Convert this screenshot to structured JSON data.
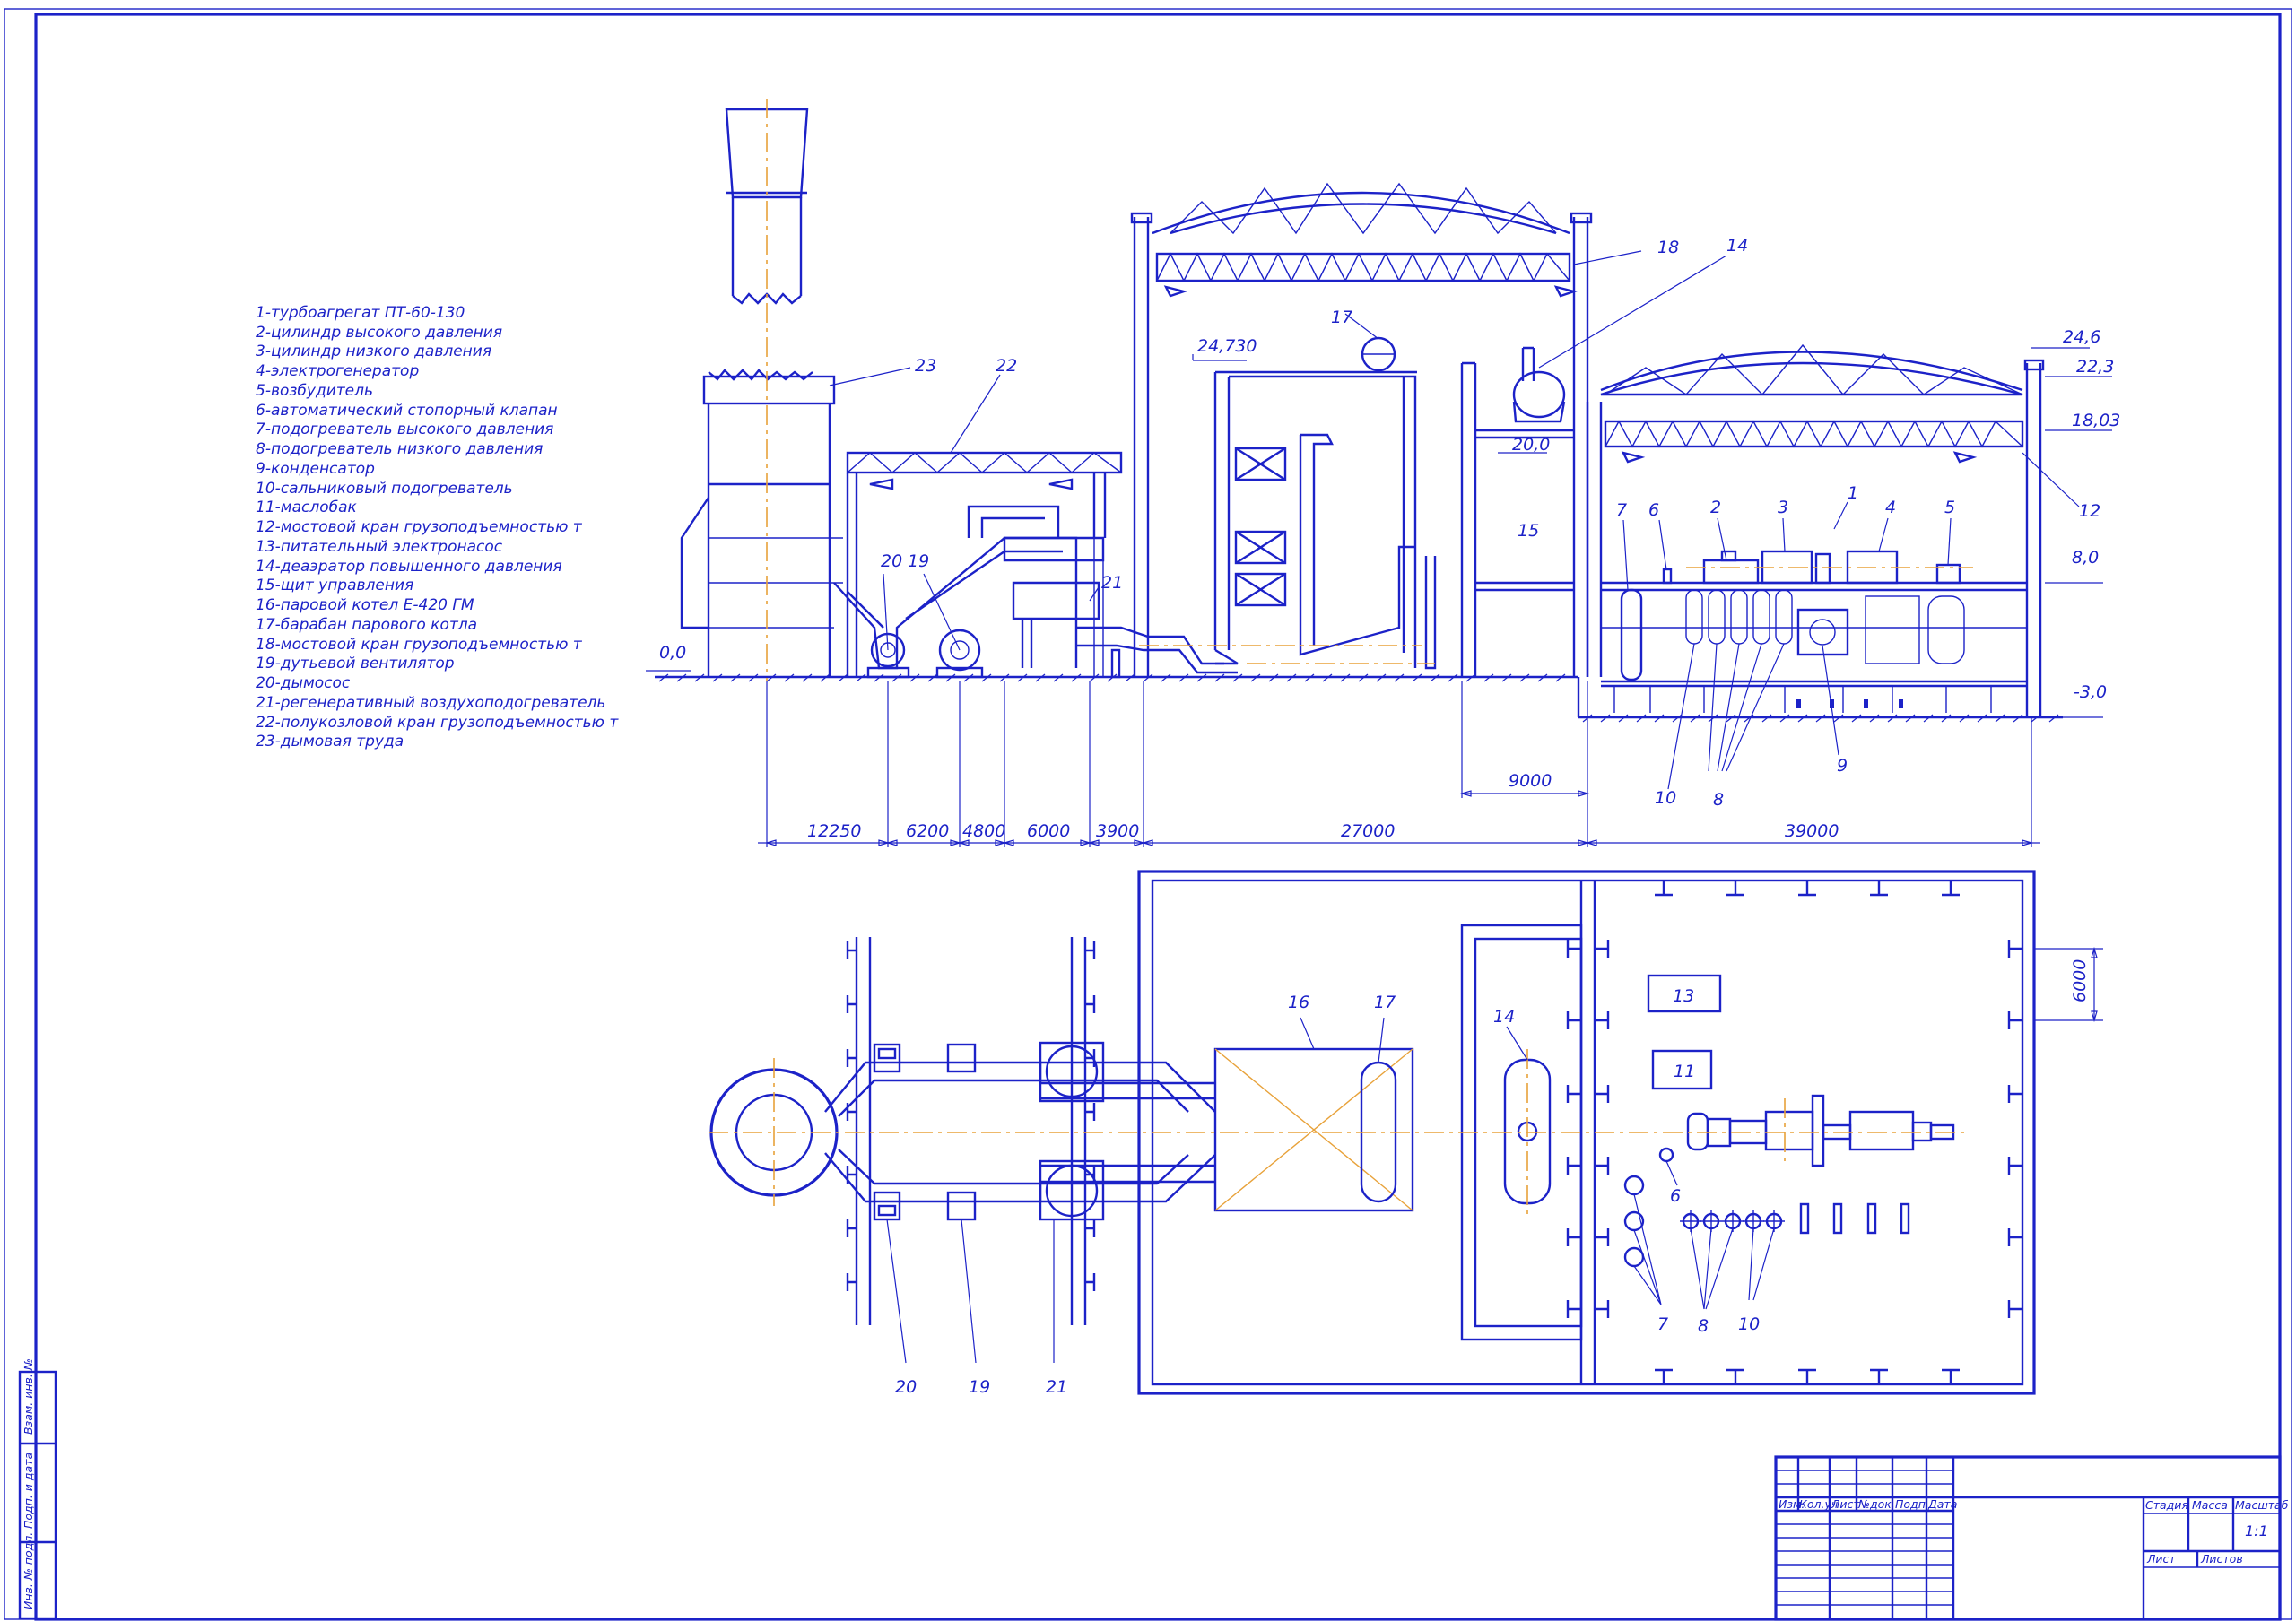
{
  "legend": [
    "1-турбоагрегат ПТ-60-130",
    "2-цилиндр высокого давления",
    "3-цилиндр низкого давления",
    "4-электрогенератор",
    "5-возбудитель",
    "6-автоматический стопорный клапан",
    "7-подогреватель высокого давления",
    "8-подогреватель низкого давления",
    "9-конденсатор",
    "10-сальниковый подогреватель",
    "11-маслобак",
    "12-мостовой кран грузоподъемностью    т",
    "13-питательный электронасос",
    "14-деаэратор повышенного давления",
    "15-щит управления",
    "16-паровой котел Е-420 ГМ",
    "17-барабан парового котла",
    "18-мостовой кран грузоподъемностью    т",
    "19-дутьевой вентилятор",
    "20-дымосос",
    "21-регенеративный воздухоподогреватель",
    "22-полукозловой кран грузоподъемностью    т",
    "23-дымовая труда"
  ],
  "elevations": {
    "e1": "24,730",
    "e2": "24,6",
    "e3": "22,3",
    "e4": "18,03",
    "e5": "8,0",
    "e6": "0,0",
    "e7": "-3,0",
    "e8": "20,0"
  },
  "dims": {
    "d1": "12250",
    "d2": "6200",
    "d3": "4800",
    "d4": "6000",
    "d5": "3900",
    "d6": "27000",
    "d7": "39000",
    "d8": "9000",
    "d9": "6000"
  },
  "callouts": {
    "c1": "1",
    "c2": "2",
    "c3": "3",
    "c4": "4",
    "c5": "5",
    "c6": "6",
    "c7": "7",
    "c8": "8",
    "c9": "9",
    "c10": "10",
    "c12": "12",
    "c14": "14",
    "c15": "15",
    "c17": "17",
    "c18": "18",
    "c19": "19",
    "c20": "20",
    "c21": "21",
    "c22": "22",
    "c23": "23",
    "p6": "6",
    "p7": "7",
    "p8": "8",
    "p10": "10",
    "p11": "11",
    "p13": "13",
    "p14": "14",
    "p16": "16",
    "p17": "17",
    "p19": "19",
    "p20": "20",
    "p21": "21"
  },
  "title_block": {
    "izm": "Изм.",
    "kolu": "Кол.уч",
    "list": "Лист",
    "ndok": "№док.",
    "podp": "Подп.",
    "data": "Дата",
    "stadiya": "Стадия",
    "massa": "Масса",
    "masshtab": "Масштаб",
    "scale_value": "1:1",
    "list2": "Лист",
    "listov": "Листов"
  },
  "side_stamp": {
    "s1": "Инв. № подл.",
    "s2": "Подп. и дата",
    "s3": "Взам. инв. №"
  },
  "colors": {
    "ink": "#1c22c8",
    "axis": "#e8a23a"
  }
}
